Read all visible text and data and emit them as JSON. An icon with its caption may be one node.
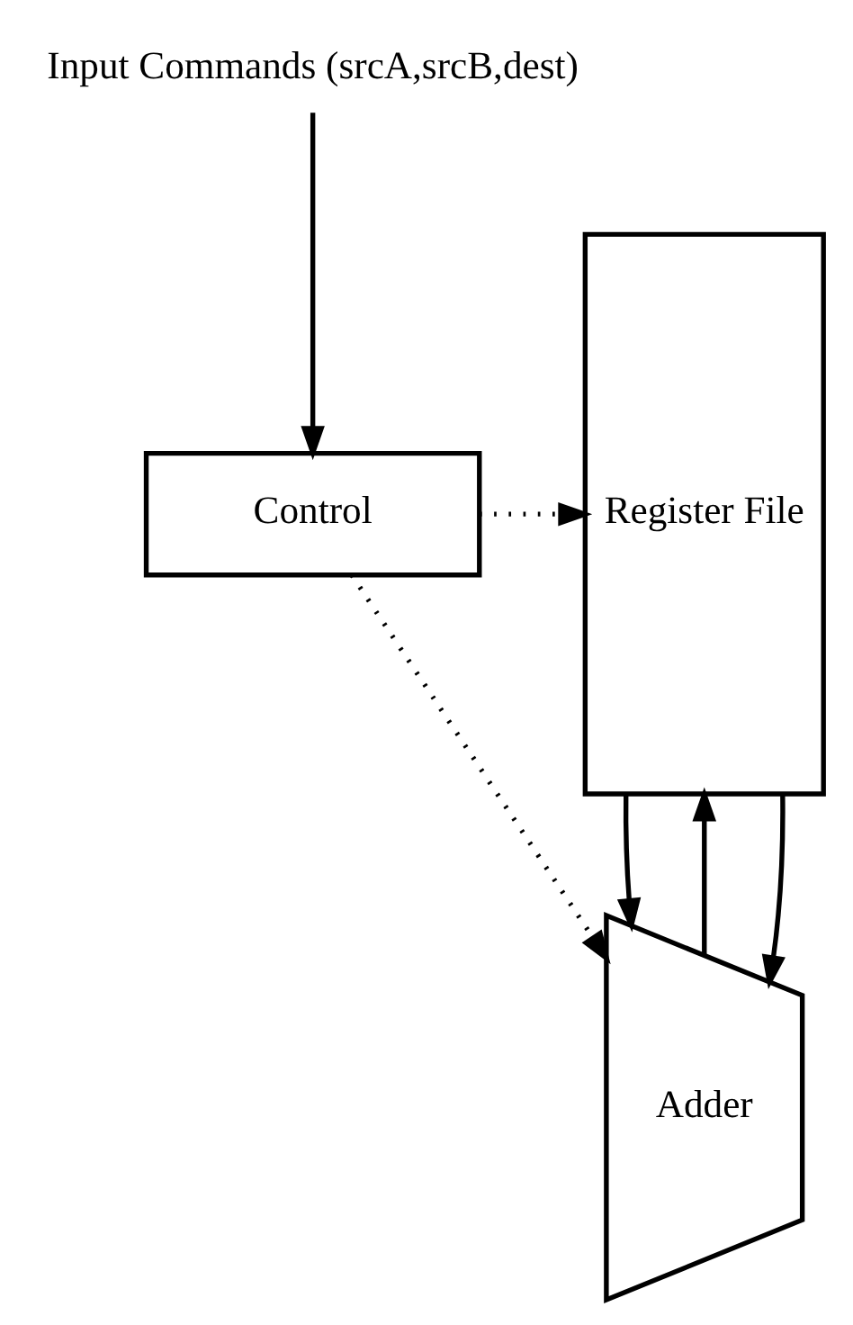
{
  "diagram": {
    "nodes": [
      {
        "text": [
          "Input Commands (srcA,srcB,dest)"
        ]
      },
      {
        "text": [
          "Register File"
        ]
      },
      {
        "text": [
          "Control"
        ]
      },
      {
        "text": [
          "Adder"
        ]
      }
    ],
    "edges": [
      {
        "from": 0,
        "to": 2,
        "arrow": "to"
      },
      {
        "from": 2,
        "to": 1,
        "arrow": "to",
        "style": "dashed"
      },
      {
        "from": 2,
        "to": 3,
        "arrow": "to",
        "style": "dashed"
      },
      {
        "from": 3,
        "to": 1,
        "arrow": "to"
      },
      {
        "from": 1,
        "to": 3,
        "arrow": "to"
      },
      {
        "from": 1,
        "to": 3,
        "arrow": "to"
      }
    ]
  }
}
